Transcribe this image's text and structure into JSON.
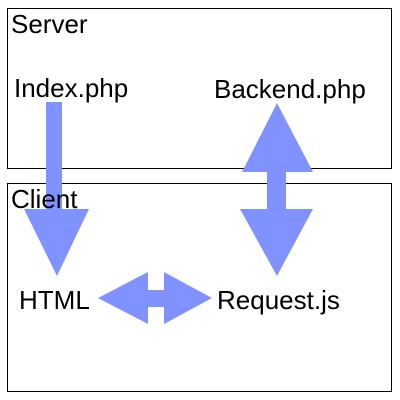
{
  "colors": {
    "arrow": "#7f92ff",
    "border": "#000000",
    "background": "#ffffff"
  },
  "server": {
    "label": "Server"
  },
  "client": {
    "label": "Client"
  },
  "nodes": {
    "index": "Index.php",
    "backend": "Backend.php",
    "html": "HTML",
    "request": "Request.js"
  },
  "arrows": [
    {
      "from": "Index.php",
      "to": "HTML",
      "direction": "one-way"
    },
    {
      "from": "Backend.php",
      "to": "Request.js",
      "direction": "two-way"
    },
    {
      "from": "HTML",
      "to": "Request.js",
      "direction": "two-way"
    }
  ]
}
